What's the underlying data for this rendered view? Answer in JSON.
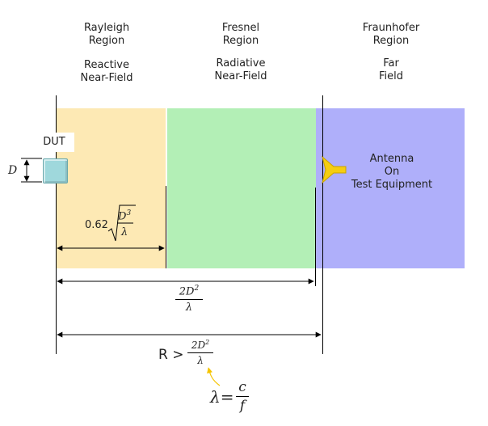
{
  "headers": [
    {
      "name": "Rayleigh",
      "region": "Region",
      "field1": "Reactive",
      "field2": "Near-Field"
    },
    {
      "name": "Fresnel",
      "region": "Region",
      "field1": "Radiative",
      "field2": "Near-Field"
    },
    {
      "name": "Fraunhofer",
      "region": "Region",
      "field1": "Far",
      "field2": "Field"
    }
  ],
  "dut_label": "DUT",
  "d_label": "D",
  "antenna": {
    "line1": "Antenna",
    "line2": "On",
    "line3": "Test Equipment"
  },
  "formula_reactive": {
    "coef": "0.62",
    "num": "D",
    "num_exp": "3",
    "den": "λ"
  },
  "formula_fresnel": {
    "num": "2D",
    "num_exp": "2",
    "den": "λ"
  },
  "formula_far": {
    "prefix": "R >",
    "num": "2D",
    "num_exp": "2",
    "den": "λ"
  },
  "formula_lambda": {
    "lhs": "λ",
    "eq": "=",
    "num": "c",
    "den": "f"
  },
  "colors": {
    "reactive": "#fde9b4",
    "radiative": "#b3efb6",
    "far": "#afaffa",
    "dut": "#9fd8dc",
    "antenna": "#f5cd10",
    "arrow_accent": "#f5c400"
  }
}
